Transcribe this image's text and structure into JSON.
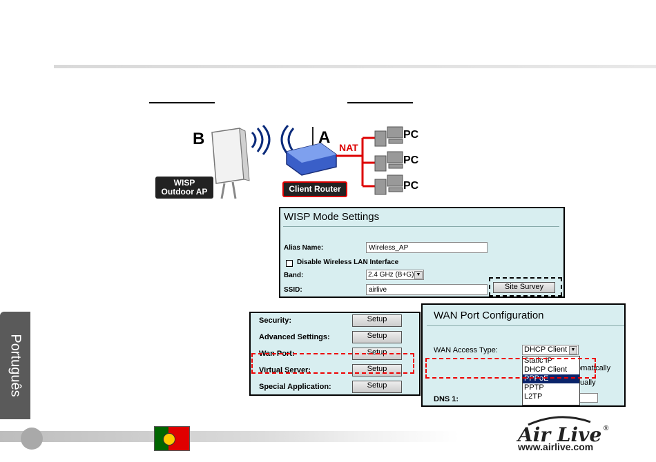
{
  "side_tab": {
    "label": "Português"
  },
  "diagram": {
    "label_b": "B",
    "label_a": "A",
    "nat": "NAT",
    "wisp_line1": "WISP",
    "wisp_line2": "Outdoor AP",
    "client_router": "Client Router",
    "pcs": [
      "PC",
      "PC",
      "PC"
    ],
    "colors": {
      "nat_red": "#dd0000",
      "cable": "#dd0000"
    }
  },
  "wisp_panel": {
    "title": "WISP Mode Settings",
    "alias_label": "Alias Name:",
    "alias_value": "Wireless_AP",
    "disable_label": "Disable Wireless LAN Interface",
    "band_label": "Band:",
    "band_value": "2.4 GHz (B+G)",
    "ssid_label": "SSID:",
    "ssid_value": "airlive",
    "site_survey": "Site Survey"
  },
  "setup_panel": {
    "rows": [
      {
        "label": "Security:",
        "button": "Setup"
      },
      {
        "label": "Advanced Settings:",
        "button": "Setup"
      },
      {
        "label": "Wan Port:",
        "button": "Setup"
      },
      {
        "label": "Virtual Server:",
        "button": "Setup"
      },
      {
        "label": "Special Application:",
        "button": "Setup"
      }
    ]
  },
  "wan_panel": {
    "title": "WAN Port Configuration",
    "access_label": "WAN Access Type:",
    "access_value": "DHCP Client",
    "options": [
      "Static IP",
      "DHCP Client",
      "PPPoE",
      "PPTP",
      "L2TP"
    ],
    "selected_option": "PPPoE",
    "behind_text_1": "utomatically",
    "behind_text_2": "ually",
    "dns_label": "DNS 1:"
  },
  "footer": {
    "brand": "Air Live",
    "registered": "®",
    "url": "www.airlive.com"
  }
}
